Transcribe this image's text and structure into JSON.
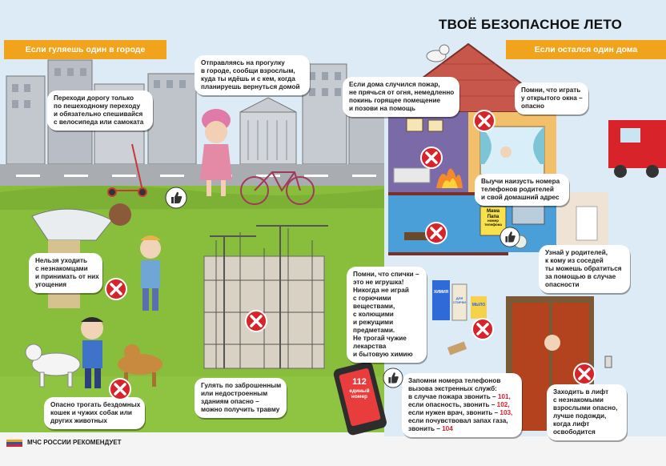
{
  "title": "ТВОЁ БЕЗОПАСНОЕ ЛЕТО",
  "sections": {
    "city": "Если гуляешь один в городе",
    "home": "Если остался один дома"
  },
  "footer": "МЧС РОССИИ РЕКОМЕНДУЕТ",
  "tips": {
    "crossing": [
      "Переходи дорогу только",
      "по пешеходному переходу",
      "и обязательно спешивайся",
      "с велосипеда или самоката"
    ],
    "walk": [
      "Отправляясь на прогулку",
      "в городе, сообщи взрослым,",
      "куда ты идёшь и с кем, когда",
      "планируешь вернуться домой"
    ],
    "fire": [
      "Если дома случился пожар,",
      "не прячься от огня, немедленно",
      "покинь горящее помещение",
      "и позови на помощь"
    ],
    "window": [
      "Помни, что играть",
      "у открытого окна –",
      "опасно"
    ],
    "phones": [
      "Выучи наизусть номера",
      "телефонов родителей",
      "и свой домашний адрес"
    ],
    "strangers": [
      "Нельзя уходить",
      "с незнакомцами",
      "и принимать от них",
      "угощения"
    ],
    "matches": [
      "Помни, что спички –",
      "это не игрушка!",
      "Никогда не играй",
      "с горючими",
      "веществами,",
      "с колющими",
      "и режущими",
      "предметами.",
      "Не трогай чужие",
      "лекарства",
      "и бытовую химию"
    ],
    "neighbors": [
      "Узнай у родителей,",
      "к кому из соседей",
      "ты можешь обратиться",
      "за помощью в случае",
      "опасности"
    ],
    "animals": [
      "Опасно трогать бездомных",
      "кошек  и чужих собак или",
      "других животных"
    ],
    "construction": [
      "Гулять по заброшенным",
      "или недостроенным",
      "зданиям  опасно –",
      "можно получить травму"
    ],
    "elevator": [
      "Заходить в лифт",
      "с незнакомыми",
      "взрослыми опасно,",
      "лучше подожди,",
      "когда лифт",
      "освободится"
    ]
  },
  "emergency": {
    "intro": [
      "Запомни номера  телефонов",
      "вызова экстренных служб:"
    ],
    "lines": [
      {
        "text": "в случае пожара звонить  – ",
        "num": "101,"
      },
      {
        "text": "если опасность, звонить  – ",
        "num": "102,"
      },
      {
        "text": "если нужен врач, звонить – ",
        "num": "103,"
      },
      {
        "text": "если почувствовал запах газа,",
        "num": ""
      },
      {
        "text": "звонить – ",
        "num": "104"
      }
    ]
  },
  "labels": {
    "sign_lines": [
      "Мама",
      "Папа",
      "номер",
      "телефона"
    ],
    "phone_number": "112",
    "phone_caption": [
      "единый",
      "номер"
    ],
    "bottle_1": "ХИМИЯ",
    "bottle_2": "ДЛЯ СТИРКИ",
    "bottle_3": "МЫЛО"
  },
  "colors": {
    "accent_orange": "#f2a31c",
    "danger_red": "#d8232a",
    "grass_green": "#88be3c",
    "sky_blue": "#dcebf5",
    "roof_red": "#c7574a"
  },
  "icons": [
    "cross-icon",
    "thumbs-up-icon"
  ]
}
